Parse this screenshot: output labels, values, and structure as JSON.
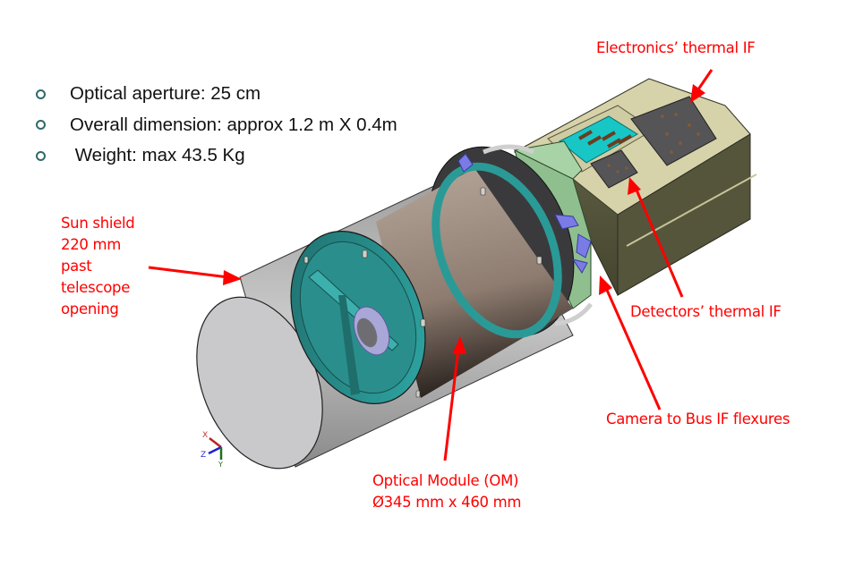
{
  "specs": {
    "items": [
      {
        "label": "Optical aperture: 25 cm"
      },
      {
        "label": "Overall dimension: approx 1.2 m X 0.4m"
      },
      {
        "label": " Weight: max 43.5 Kg"
      }
    ]
  },
  "annotations": {
    "electronics_if": "Electronics’ thermal IF",
    "sun_shield": [
      "Sun shield",
      "220 mm",
      "past",
      "telescope",
      "opening"
    ],
    "detectors_if": "Detectors’ thermal IF",
    "camera_bus": "Camera to Bus IF flexures",
    "optical_module": [
      "Optical Module (OM)",
      "Ø345 mm x 460 mm"
    ]
  },
  "axis_triad": {
    "x": "X",
    "y": "Y",
    "z": "Z"
  },
  "colors": {
    "annotation": "#ff0000",
    "bullet": "#2f6a6a",
    "sun_shield": "#c4c4c4",
    "optical_module": "#9c8b80",
    "baffle_teal": "#2b9a98",
    "electronics_box": "#d4d0a8",
    "transition_green": "#9bc79a",
    "connector_panel": "#16c8c8",
    "flexures": "#7b7be6"
  }
}
